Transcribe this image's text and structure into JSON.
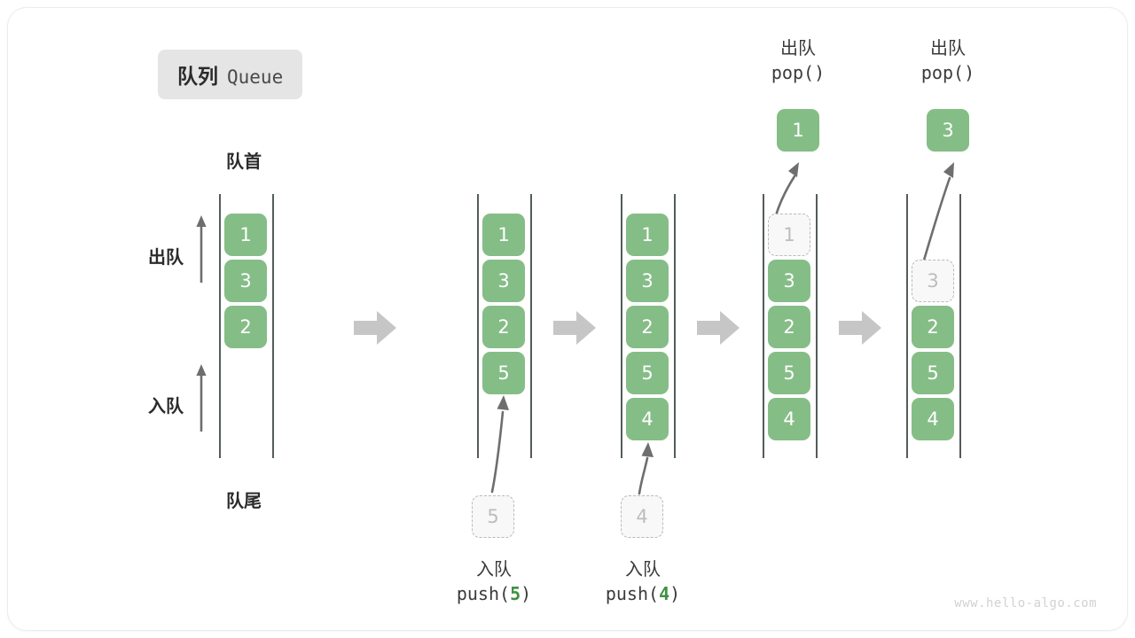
{
  "title": {
    "cn": "队列",
    "en": "Queue"
  },
  "labels": {
    "front": "队首",
    "rear": "队尾",
    "dequeue": "出队",
    "enqueue": "入队"
  },
  "watermark": "www.hello-algo.com",
  "colors": {
    "cell_green": "#85bd86",
    "ghost_border": "#b9b9b9",
    "ghost_text": "#bdbdbd",
    "rail": "#555b5b",
    "arrow_gray": "#c6c6c6",
    "badge_bg": "#e5e5e5",
    "text_dark": "#2b2b2b",
    "code_green": "#3f9142"
  },
  "steps": [
    {
      "id": "initial",
      "cells": [
        "1",
        "3",
        "2"
      ],
      "ghost_index": null,
      "ghost_value": null,
      "incoming": null,
      "popped": null,
      "op_cn": null,
      "op_code": null
    },
    {
      "id": "push-5",
      "cells": [
        "1",
        "3",
        "2",
        "5"
      ],
      "ghost_index": null,
      "ghost_value": null,
      "incoming": "5",
      "popped": null,
      "op_cn": "入队",
      "op_code_prefix": "push(",
      "op_code_num": "5",
      "op_code_suffix": ")"
    },
    {
      "id": "push-4",
      "cells": [
        "1",
        "3",
        "2",
        "5",
        "4"
      ],
      "ghost_index": null,
      "ghost_value": null,
      "incoming": "4",
      "popped": null,
      "op_cn": "入队",
      "op_code_prefix": "push(",
      "op_code_num": "4",
      "op_code_suffix": ")"
    },
    {
      "id": "pop-1",
      "cells": [
        "3",
        "2",
        "5",
        "4"
      ],
      "ghost_index": 0,
      "ghost_value": "1",
      "incoming": null,
      "popped": "1",
      "op_cn": "出队",
      "op_code_prefix": "pop(",
      "op_code_num": "",
      "op_code_suffix": ")"
    },
    {
      "id": "pop-3",
      "cells": [
        "2",
        "5",
        "4"
      ],
      "ghost_index": 1,
      "ghost_value": "3",
      "incoming": null,
      "popped": "3",
      "op_cn": "出队",
      "op_code_prefix": "pop(",
      "op_code_num": "",
      "op_code_suffix": ")"
    }
  ],
  "separator_icon": "right-arrow-icon"
}
